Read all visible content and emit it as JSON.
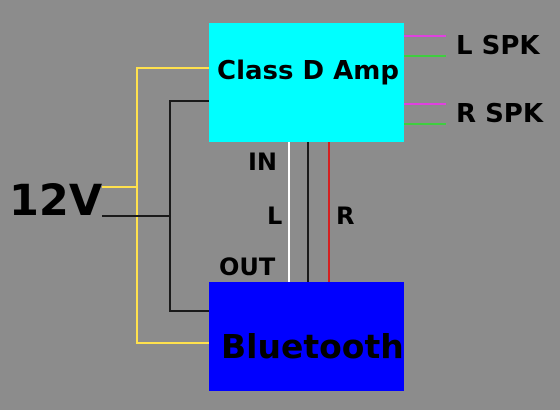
{
  "blocks": {
    "amp": "Class D Amp",
    "bluetooth": "Bluetooth"
  },
  "labels": {
    "power": "12V",
    "left_speaker": "L SPK",
    "right_speaker": "R SPK",
    "input": "IN",
    "left_channel": "L",
    "output": "OUT",
    "right_channel": "R"
  },
  "colors": {
    "background": "#8c8c8c",
    "amp_block": "#00ffff",
    "bluetooth_block": "#0000ff",
    "power_wire": "#ffe14d",
    "ground_wire": "#1a1a1a",
    "left_signal_wire": "#ffffff",
    "right_signal_wire": "#d41f1f",
    "speaker_plus_wire": "#e040e0",
    "speaker_minus_wire": "#3ecf3e"
  }
}
